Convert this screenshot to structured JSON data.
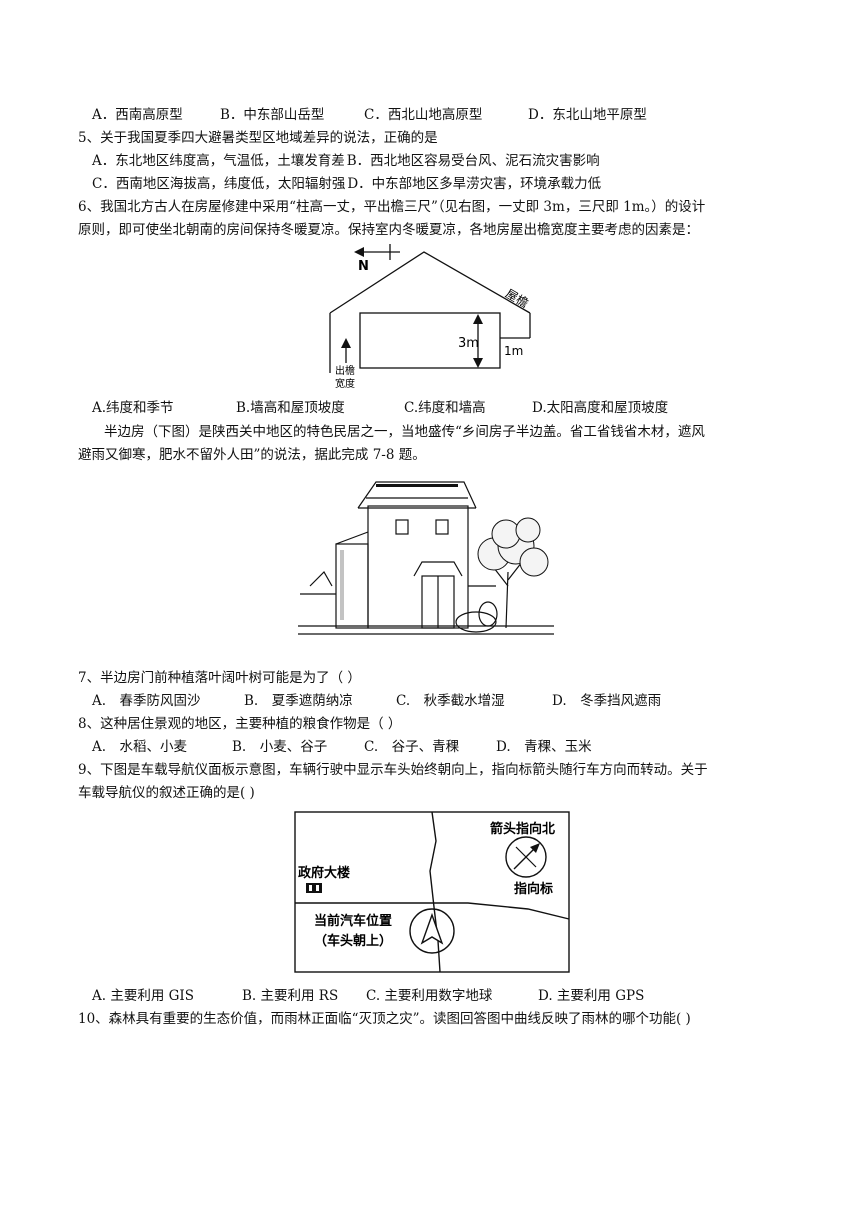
{
  "q4": {
    "options": [
      "A．西南高原型",
      "B．中东部山岳型",
      "C．西北山地高原型",
      "D．东北山地平原型"
    ]
  },
  "q5": {
    "stem": "5、关于我国夏季四大避暑类型区地域差异的说法，正确的是",
    "options": [
      "A．东北地区纬度高，气温低，土壤发育差",
      "B．西北地区容易受台风、泥石流灾害影响",
      "C．西南地区海拔高，纬度低，太阳辐射强",
      "D．中东部地区多旱涝灾害，环境承载力低"
    ]
  },
  "q6": {
    "stem_line1": "6、我国北方古人在房屋修建中采用“柱高一丈，平出檐三尺”（见右图，一丈即 3m，三尺即 1m。）的设计",
    "stem_line2": "原则，即可使坐北朝南的房间保持冬暖夏凉。保持室内冬暖夏凉，各地房屋出檐宽度主要考虑的因素是：",
    "figure": {
      "north": "N",
      "eave": "屋檐",
      "height": "3m",
      "overhang": "1m",
      "width_label_line1": "出檐",
      "width_label_line2": "宽度"
    },
    "options": [
      "A.纬度和季节",
      "B.墙高和屋顶坡度",
      "C.纬度和墙高",
      "D.太阳高度和屋顶坡度"
    ]
  },
  "passage": {
    "line1": "半边房（下图）是陕西关中地区的特色民居之一，当地盛传“乡间房子半边盖。省工省钱省木材，遮风",
    "line2": "避雨又御寒，肥水不留外人田”的说法，据此完成 7-8 题。"
  },
  "q7": {
    "stem": "7、半边房门前种植落叶阔叶树可能是为了（      ）",
    "options": [
      "A.　春季防风固沙",
      "B.　夏季遮荫纳凉",
      "C.　秋季截水增湿",
      "D.　冬季挡风遮雨"
    ]
  },
  "q8": {
    "stem": "8、这种居住景观的地区，主要种植的粮食作物是（      ）",
    "options": [
      "A.　水稻、小麦",
      "B.　小麦、谷子",
      "C.　谷子、青稞",
      "D.　青稞、玉米"
    ]
  },
  "q9": {
    "stem_line1": "9、下图是车载导航仪面板示意图，车辆行驶中显示车头始终朝向上，指向标箭头随行车方向而转动。关于",
    "stem_line2": "车载导航仪的叙述正确的是(      )",
    "figure": {
      "arrow_note": "箭头指向北",
      "pointer_label": "指向标",
      "government": "政府大楼",
      "car_position": "当前汽车位置",
      "car_note": "（车头朝上）"
    },
    "options": [
      "A. 主要利用 GIS",
      "B. 主要利用 RS",
      "C. 主要利用数字地球",
      "D. 主要利用 GPS"
    ]
  },
  "q10": {
    "stem": "10、森林具有重要的生态价值，而雨林正面临“灭顶之灾”。读图回答图中曲线反映了雨林的哪个功能(      )"
  }
}
